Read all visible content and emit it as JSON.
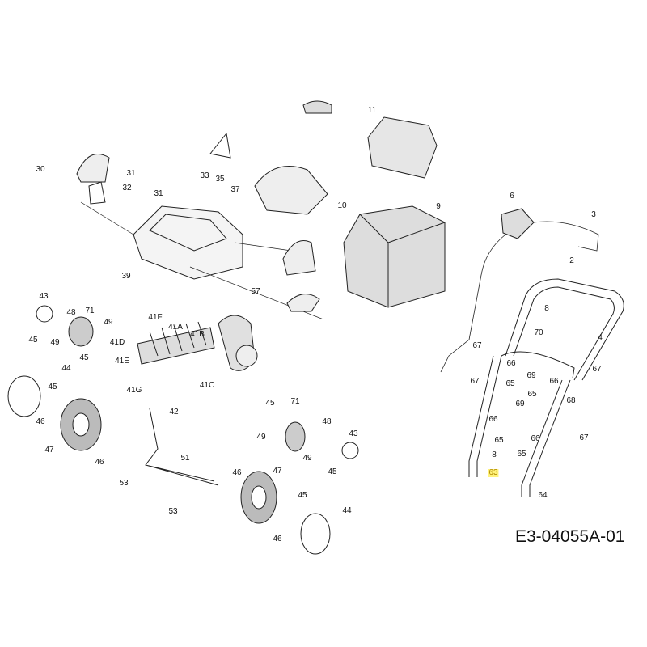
{
  "diagram_code": "E3-04055A-01",
  "highlight_color": "#fff27a",
  "highlighted_part": "63",
  "callouts": [
    "30",
    "31",
    "32",
    "31",
    "33",
    "35",
    "37",
    "11",
    "10",
    "9",
    "6",
    "3",
    "2",
    "39",
    "57",
    "43",
    "48",
    "71",
    "49",
    "45",
    "49",
    "45",
    "41F",
    "41A",
    "41D",
    "41B",
    "41E",
    "41G",
    "41C",
    "44",
    "45",
    "46",
    "47",
    "46",
    "42",
    "51",
    "53",
    "53",
    "45",
    "71",
    "49",
    "48",
    "43",
    "49",
    "45",
    "46",
    "47",
    "45",
    "46",
    "44",
    "8",
    "70",
    "4",
    "67",
    "66",
    "69",
    "65",
    "66",
    "67",
    "65",
    "67",
    "68",
    "69",
    "66",
    "65",
    "66",
    "67",
    "8",
    "65",
    "63",
    "64"
  ]
}
